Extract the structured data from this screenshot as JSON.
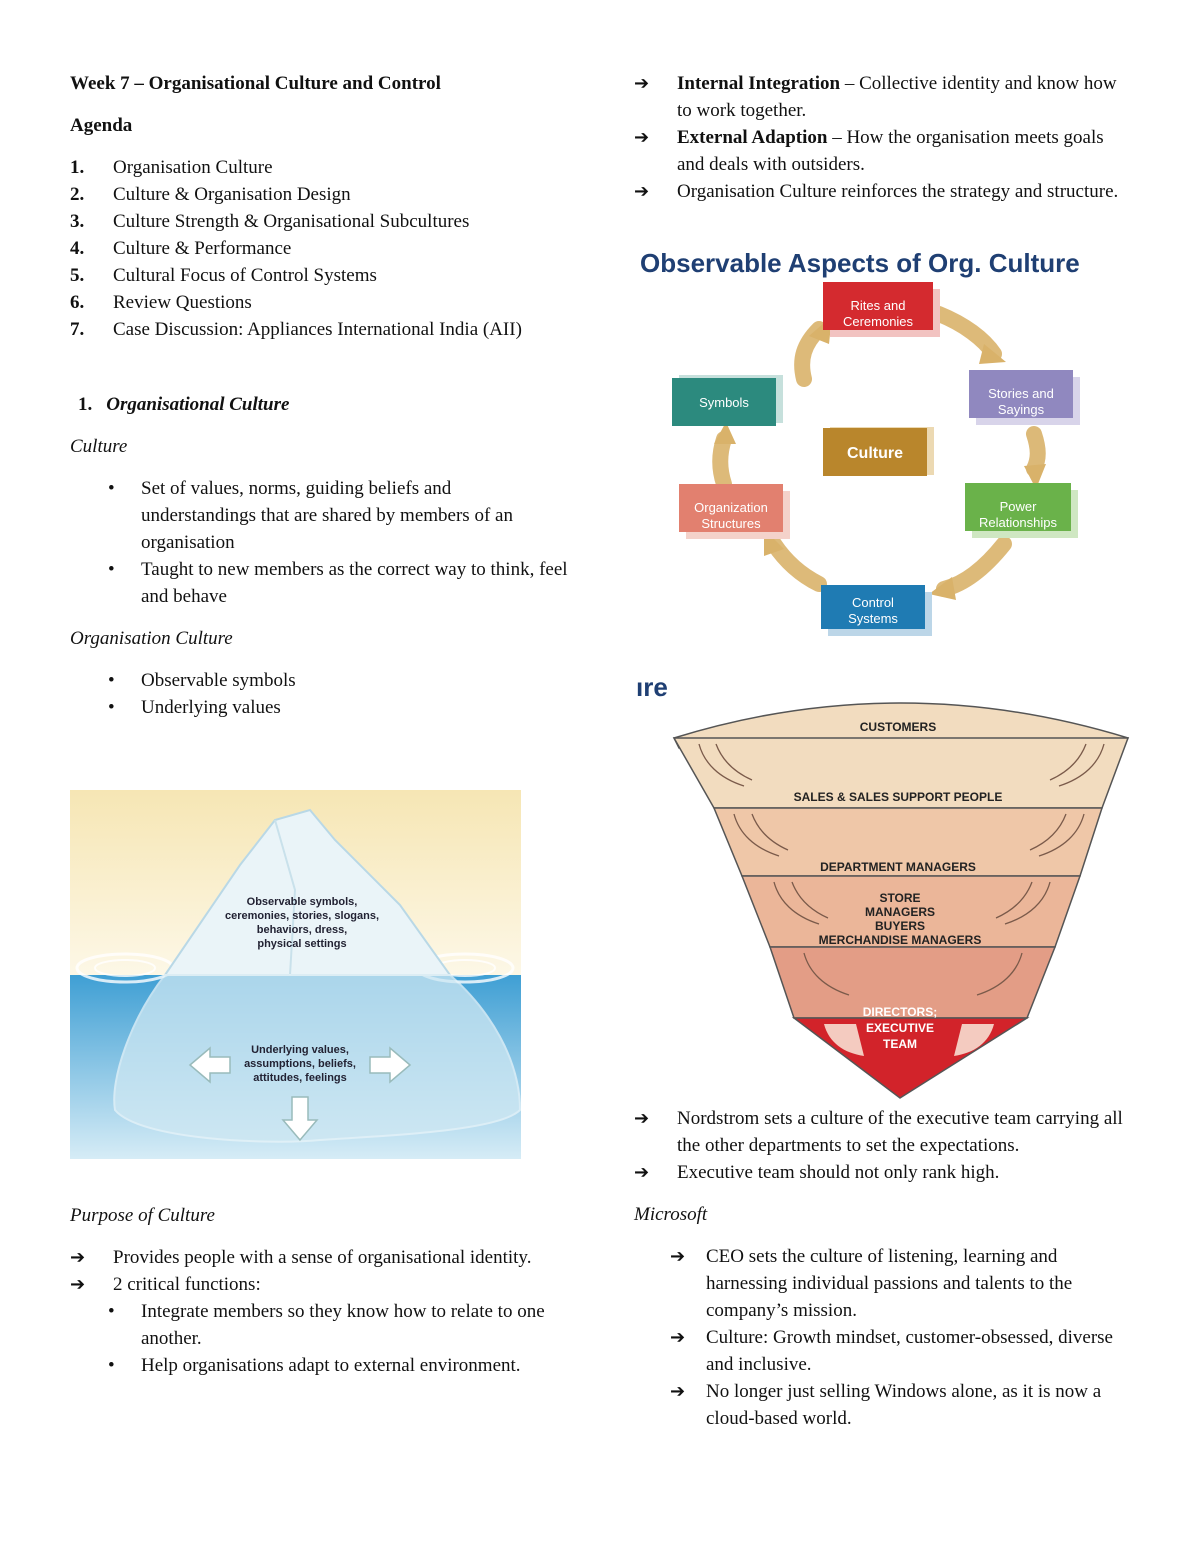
{
  "left": {
    "title": "Week 7 – Organisational Culture and Control",
    "agenda_heading": "Agenda",
    "agenda": [
      {
        "num": "1.",
        "text": "Organisation Culture"
      },
      {
        "num": "2.",
        "text": "Culture & Organisation Design"
      },
      {
        "num": "3.",
        "text": "Culture Strength & Organisational Subcultures"
      },
      {
        "num": "4.",
        "text": "Culture & Performance"
      },
      {
        "num": "5.",
        "text": "Cultural Focus of Control Systems"
      },
      {
        "num": "6.",
        "text": "Review Questions"
      },
      {
        "num": "7.",
        "text": "Case Discussion: Appliances International India (AII)"
      }
    ],
    "section1_num": "1.",
    "section1_title": "Organisational Culture",
    "culture_label": "Culture",
    "culture_bullets": [
      "Set of values, norms, guiding beliefs and understandings that are shared by members of an organisation",
      "Taught to new members as the correct way to think, feel and behave"
    ],
    "org_culture_label": "Organisation Culture",
    "org_culture_bullets": [
      "Observable symbols",
      "Underlying values"
    ],
    "iceberg": {
      "above": [
        "Observable symbols,",
        "ceremonies, stories, slogans,",
        "behaviors, dress,",
        "physical settings"
      ],
      "below": [
        "Underlying values,",
        "assumptions, beliefs,",
        "attitudes, feelings"
      ]
    },
    "purpose_label": "Purpose of Culture",
    "purpose_items": [
      "Provides people with a sense of organisational identity.",
      "2 critical functions:"
    ],
    "purpose_sub": [
      "Integrate members so they know how to relate to one another.",
      "Help organisations adapt to external environment."
    ]
  },
  "right": {
    "top_items": [
      {
        "bold": "Internal Integration",
        "rest": " – Collective identity and know how to work together."
      },
      {
        "bold": "External Adaption",
        "rest": " – How the organisation meets goals and deals with outsiders."
      },
      {
        "bold": "",
        "rest": "Organisation Culture reinforces the strategy and structure."
      }
    ],
    "diagram": {
      "title": "Observable Aspects of Org. Culture",
      "center": "Culture",
      "boxes": {
        "rites": [
          "Rites and",
          "Ceremonies"
        ],
        "stories": [
          "Stories and",
          "Sayings"
        ],
        "power": [
          "Power",
          "Relationships"
        ],
        "control": [
          "Control",
          "Systems"
        ],
        "structures": [
          "Organization",
          "Structures"
        ],
        "symbols": [
          "Symbols"
        ]
      },
      "colors": {
        "rites": "#d42a2f",
        "stories": "#9088bf",
        "power": "#6ab24a",
        "control": "#1f7bb3",
        "structures": "#e2806f",
        "symbols": "#2c8a7e",
        "center": "#b9862c"
      }
    },
    "pyramid": {
      "fragment": "ıre",
      "layers": [
        "CUSTOMERS",
        "SALES & SALES SUPPORT PEOPLE",
        "DEPARTMENT MANAGERS"
      ],
      "store": [
        "STORE",
        "MANAGERS",
        "BUYERS",
        "MERCHANDISE MANAGERS"
      ],
      "directors": [
        "DIRECTORS;",
        "EXECUTIVE",
        "TEAM"
      ]
    },
    "nordstrom_items": [
      "Nordstrom sets a culture of the executive team carrying all the other departments to set the expectations.",
      "Executive team should not only rank high."
    ],
    "microsoft_label": "Microsoft",
    "microsoft_items": [
      "CEO sets the culture of listening, learning and harnessing individual passions and talents to the company’s mission.",
      "Culture: Growth mindset, customer-obsessed, diverse and inclusive.",
      "No longer just selling Windows alone, as it is now a cloud-based world."
    ],
    "arrow_glyph": "➔"
  }
}
